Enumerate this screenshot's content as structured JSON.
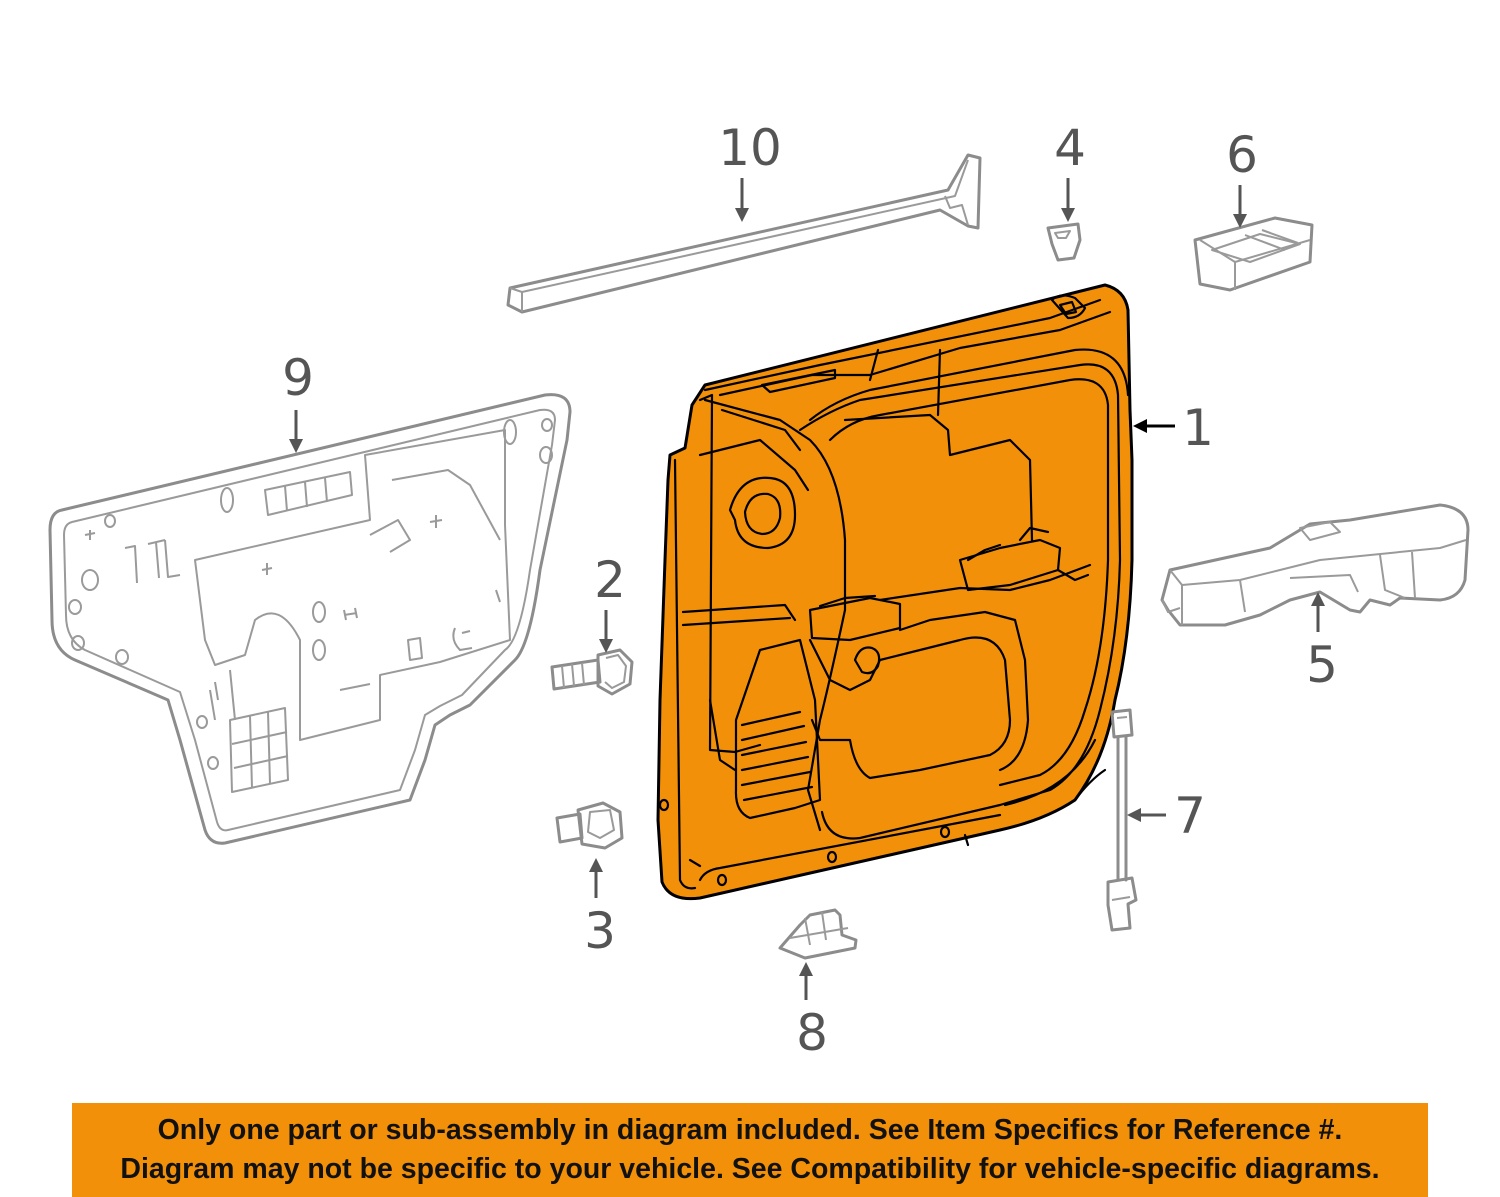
{
  "callouts": {
    "c1": "1",
    "c2": "2",
    "c3": "3",
    "c4": "4",
    "c5": "5",
    "c6": "6",
    "c7": "7",
    "c8": "8",
    "c9": "9",
    "c10": "10"
  },
  "disclaimer": {
    "line1": "Only one part or sub-assembly in diagram included. See Item Specifics for Reference #.",
    "line2": "Diagram may not be specific to your vehicle. See Compatibility for vehicle-specific diagrams."
  },
  "colors": {
    "highlight": "#f2900a",
    "part_outline": "#8c8c8c",
    "callout_text": "#555555"
  }
}
